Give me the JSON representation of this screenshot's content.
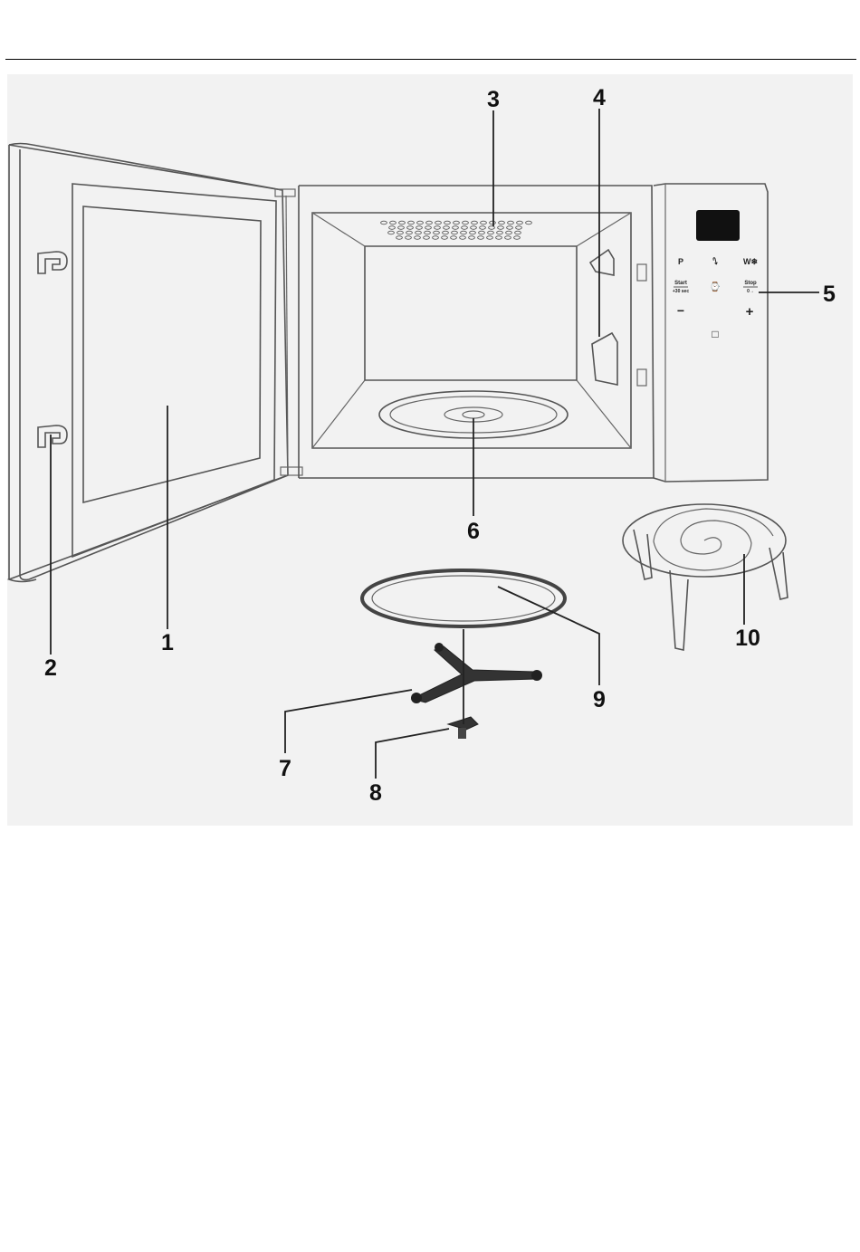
{
  "callouts": [
    {
      "id": "door_window",
      "label": "1"
    },
    {
      "id": "door_hooks",
      "label": "2"
    },
    {
      "id": "vent_holes",
      "label": "3"
    },
    {
      "id": "waveguide_cover",
      "label": "4"
    },
    {
      "id": "control_panel",
      "label": "5"
    },
    {
      "id": "turntable_shaft",
      "label": "6"
    },
    {
      "id": "roller_ring",
      "label": "7"
    },
    {
      "id": "coupler",
      "label": "8"
    },
    {
      "id": "glass_tray",
      "label": "9"
    },
    {
      "id": "grill_rack",
      "label": "10"
    }
  ],
  "control_panel": {
    "buttons": [
      {
        "id": "power",
        "label": "P"
      },
      {
        "id": "grill",
        "label": "⭛"
      },
      {
        "id": "weight_defrost",
        "label": "W❄"
      },
      {
        "id": "start",
        "label": "Start",
        "sub": "+30 sec"
      },
      {
        "id": "clock",
        "label": "⌚"
      },
      {
        "id": "stop",
        "label": "Stop",
        "sub": "0→"
      },
      {
        "id": "minus",
        "label": "−"
      },
      {
        "id": "plus",
        "label": "+"
      },
      {
        "id": "combi",
        "label": "□"
      }
    ]
  },
  "colors": {
    "background": "#f2f2f2",
    "line": "#555555",
    "display": "#111111"
  }
}
